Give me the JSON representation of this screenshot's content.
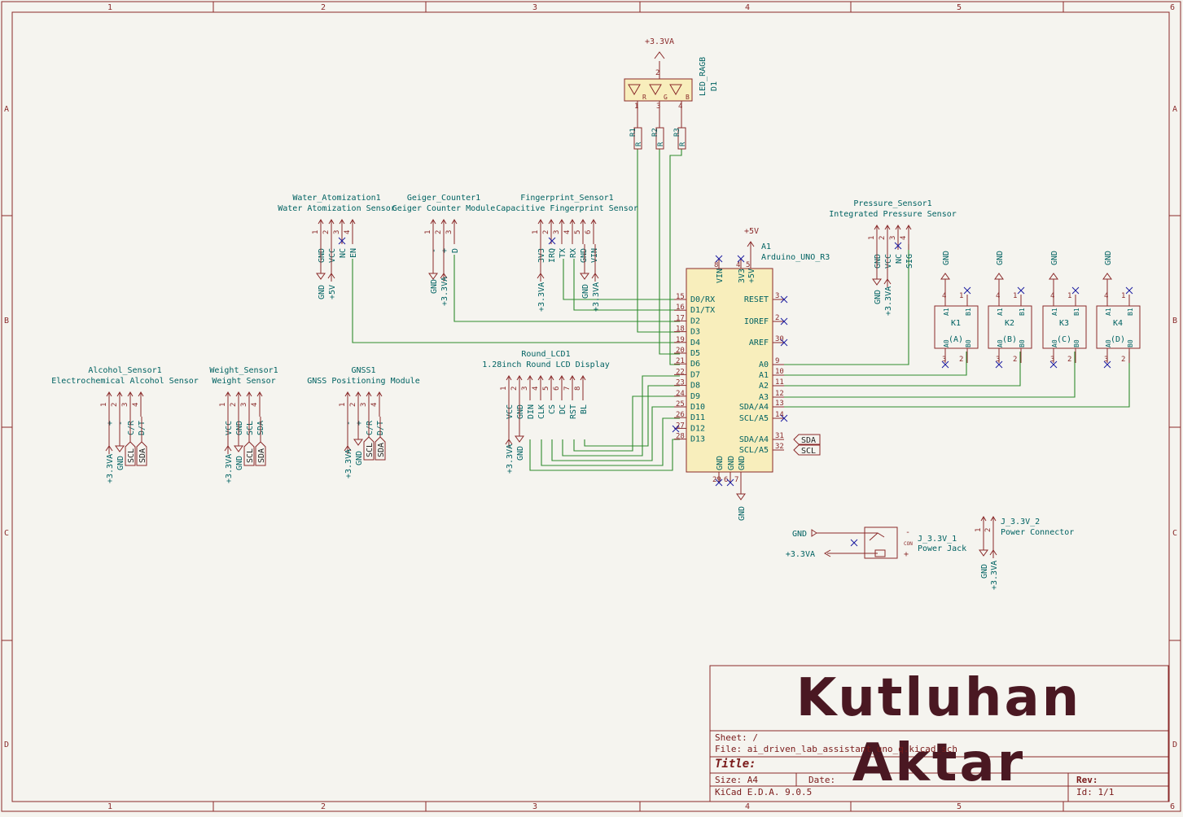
{
  "frame": {
    "cols": [
      "1",
      "2",
      "3",
      "4",
      "5",
      "6"
    ],
    "rows": [
      "A",
      "B",
      "C",
      "D"
    ]
  },
  "power": {
    "v33a": "+3.3VA",
    "v5": "+5V",
    "gnd": "GND"
  },
  "arduino": {
    "ref": "A1",
    "value": "Arduino_UNO_R3",
    "left_pins": [
      {
        "num": "15",
        "name": "D0/RX"
      },
      {
        "num": "16",
        "name": "D1/TX"
      },
      {
        "num": "17",
        "name": "D2"
      },
      {
        "num": "18",
        "name": "D3"
      },
      {
        "num": "19",
        "name": "D4"
      },
      {
        "num": "20",
        "name": "D5"
      },
      {
        "num": "21",
        "name": "D6"
      },
      {
        "num": "22",
        "name": "D7"
      },
      {
        "num": "23",
        "name": "D8"
      },
      {
        "num": "24",
        "name": "D9"
      },
      {
        "num": "25",
        "name": "D10"
      },
      {
        "num": "26",
        "name": "D11"
      },
      {
        "num": "27",
        "name": "D12"
      },
      {
        "num": "28",
        "name": "D13"
      }
    ],
    "right_pins": [
      {
        "num": "3",
        "name": "RESET"
      },
      {
        "num": "2",
        "name": "IOREF"
      },
      {
        "num": "30",
        "name": "AREF"
      },
      {
        "num": "9",
        "name": "A0"
      },
      {
        "num": "10",
        "name": "A1"
      },
      {
        "num": "11",
        "name": "A2"
      },
      {
        "num": "12",
        "name": "A3"
      },
      {
        "num": "13",
        "name": "SDA/A4"
      },
      {
        "num": "14",
        "name": "SCL/A5"
      },
      {
        "num": "31",
        "name": "SDA/A4"
      },
      {
        "num": "32",
        "name": "SCL/A5"
      }
    ],
    "top_pins": [
      {
        "num": "8",
        "name": "VIN"
      },
      {
        "num": "4",
        "name": "3V3"
      },
      {
        "num": "5",
        "name": "+5V"
      }
    ],
    "bottom_pins": [
      {
        "num": "29",
        "name": "GND"
      },
      {
        "num": "6",
        "name": "GND"
      },
      {
        "num": "7",
        "name": "GND"
      }
    ]
  },
  "labels": {
    "sda": "SDA",
    "scl": "SCL"
  },
  "led": {
    "ref": "D1",
    "value": "LED_RAGB",
    "pins": [
      "1",
      "3",
      "4"
    ],
    "top_pin": "2",
    "colors": [
      "R",
      "G",
      "B"
    ]
  },
  "resistors": [
    {
      "ref": "R1",
      "value": "R"
    },
    {
      "ref": "R2",
      "value": "R"
    },
    {
      "ref": "R3",
      "value": "R"
    }
  ],
  "sensors": {
    "water": {
      "ref": "Water_Atomization1",
      "value": "Water Atomization Sensor",
      "pins": [
        "1",
        "2",
        "3",
        "4"
      ],
      "names": [
        "GND",
        "VCC",
        "NC",
        "EN"
      ]
    },
    "geiger": {
      "ref": "Geiger_Counter1",
      "value": "Geiger Counter Module",
      "pins": [
        "1",
        "2",
        "3"
      ],
      "names": [
        "-",
        "+",
        "D"
      ]
    },
    "finger": {
      "ref": "Fingerprint_Sensor1",
      "value": "Capacitive Fingerprint Sensor",
      "pins": [
        "1",
        "2",
        "3",
        "4",
        "5",
        "6"
      ],
      "names": [
        "3V3",
        "IRQ",
        "TX",
        "RX",
        "GND",
        "VIN"
      ]
    },
    "pressure": {
      "ref": "Pressure_Sensor1",
      "value": "Integrated Pressure Sensor",
      "pins": [
        "1",
        "2",
        "3",
        "4"
      ],
      "names": [
        "GND",
        "VCC",
        "NC",
        "SIG"
      ]
    },
    "alcohol": {
      "ref": "Alcohol_Sensor1",
      "value": "Electrochemical Alcohol Sensor",
      "pins": [
        "1",
        "2",
        "3",
        "4"
      ],
      "names": [
        "+",
        "-",
        "C/R",
        "D/T"
      ]
    },
    "weight": {
      "ref": "Weight_Sensor1",
      "value": "Weight Sensor",
      "pins": [
        "1",
        "2",
        "3",
        "4"
      ],
      "names": [
        "VCC",
        "GND",
        "SCL",
        "SDA"
      ]
    },
    "gnss": {
      "ref": "GNSS1",
      "value": "GNSS Positioning Module",
      "pins": [
        "1",
        "2",
        "3",
        "4"
      ],
      "names": [
        "-",
        "+",
        "C/R",
        "D/T"
      ]
    },
    "lcd": {
      "ref": "Round_LCD1",
      "value": "1.28inch Round LCD Display",
      "pins": [
        "1",
        "2",
        "3",
        "4",
        "5",
        "6",
        "7",
        "8"
      ],
      "names": [
        "VCC",
        "GND",
        "DIN",
        "CLK",
        "CS",
        "DC",
        "RST",
        "BL"
      ]
    }
  },
  "relays": [
    {
      "ref": "K1",
      "letter": "(A)"
    },
    {
      "ref": "K2",
      "letter": "(B)"
    },
    {
      "ref": "K3",
      "letter": "(C)"
    },
    {
      "ref": "K4",
      "letter": "(D)"
    }
  ],
  "relay_pins": {
    "top": [
      "4",
      "1"
    ],
    "bottom": [
      "3",
      "2"
    ],
    "names_top": [
      "A1",
      "B1"
    ],
    "names_bottom": [
      "A0",
      "B0"
    ]
  },
  "power_jack": {
    "ref": "J_3.3V_1",
    "value": "Power Jack",
    "minus": "-",
    "plus": "+",
    "mark": "CON"
  },
  "power_conn": {
    "ref": "J_3.3V_2",
    "value": "Power Connector",
    "pins": [
      "1",
      "2"
    ]
  },
  "title_block": {
    "author": "Kutluhan Aktar",
    "sheet_label": "Sheet:",
    "sheet_value": "/",
    "file_label": "File:",
    "file_value": "ai_driven_lab_assistant_uno_q.kicad_sch",
    "title_label": "Title:",
    "size_label": "Size:",
    "size_value": "A4",
    "date_label": "Date:",
    "rev_label": "Rev:",
    "tool": "KiCad E.D.A. 9.0.5",
    "id_label": "Id:",
    "id_value": "1/1"
  }
}
